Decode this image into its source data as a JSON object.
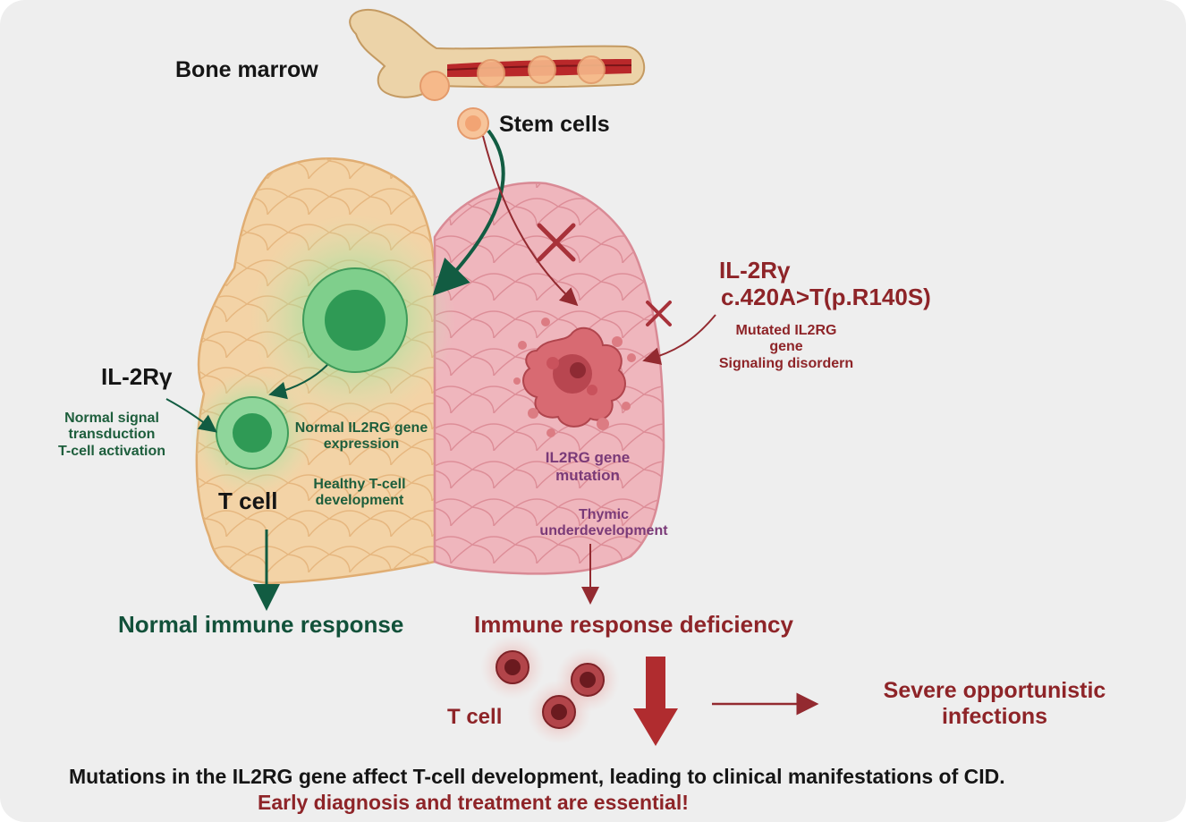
{
  "labels": {
    "bone_marrow": "Bone marrow",
    "stem_cells": "Stem cells",
    "il2r_left": "IL-2Rγ",
    "normal_signal": "Normal signal\ntransduction\nT-cell activation",
    "normal_expression": "Normal IL2RG gene\nexpression",
    "healthy_development": "Healthy T-cell\ndevelopment",
    "t_cell_left": "T cell",
    "normal_response": "Normal immune response",
    "il2r_right": "IL-2Rγ",
    "mutation_code": "c.420A>T(p.R140S)",
    "mutated_gene": "Mutated IL2RG\ngene\nSignaling disordern",
    "gene_mutation": "IL2RG gene\nmutation",
    "thymic": "Thymic\nunderdevelopment",
    "deficiency": "Immune response deficiency",
    "t_cell_right": "T cell",
    "infections": "Severe opportunistic\ninfections",
    "conclusion": "Mutations in the IL2RG gene affect T-cell development, leading to clinical manifestations of CID.",
    "call_to_action": "Early diagnosis and treatment are essential!"
  },
  "colors": {
    "healthy_green": "#1d5e3c",
    "deficiency_red": "#8e2428",
    "mutation_purple": "#7a3a78",
    "left_lobe": "#f3d3a6",
    "right_lobe": "#efb6bd"
  }
}
